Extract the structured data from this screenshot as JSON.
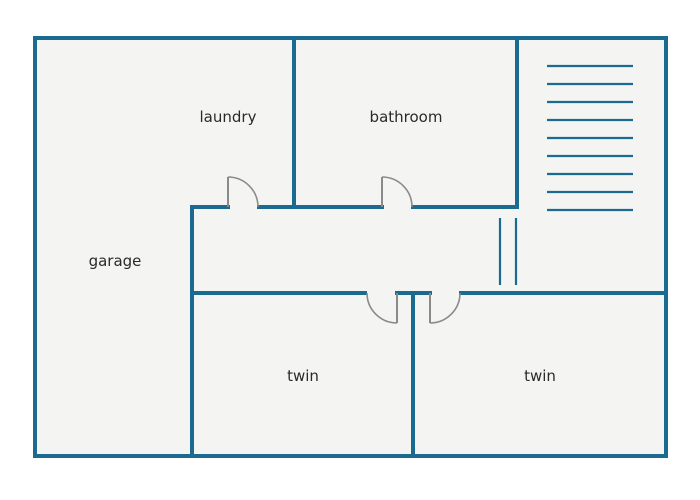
{
  "colors": {
    "background": "#ffffff",
    "floor": "#f4f4f2",
    "wall": "#1a6b8f",
    "door": "#8a8a8a",
    "text": "#2a2a2a"
  },
  "rooms": {
    "laundry": "laundry",
    "bathroom": "bathroom",
    "garage": "garage",
    "twin_left": "twin",
    "twin_right": "twin"
  },
  "stairs": {
    "step_count": 9
  }
}
